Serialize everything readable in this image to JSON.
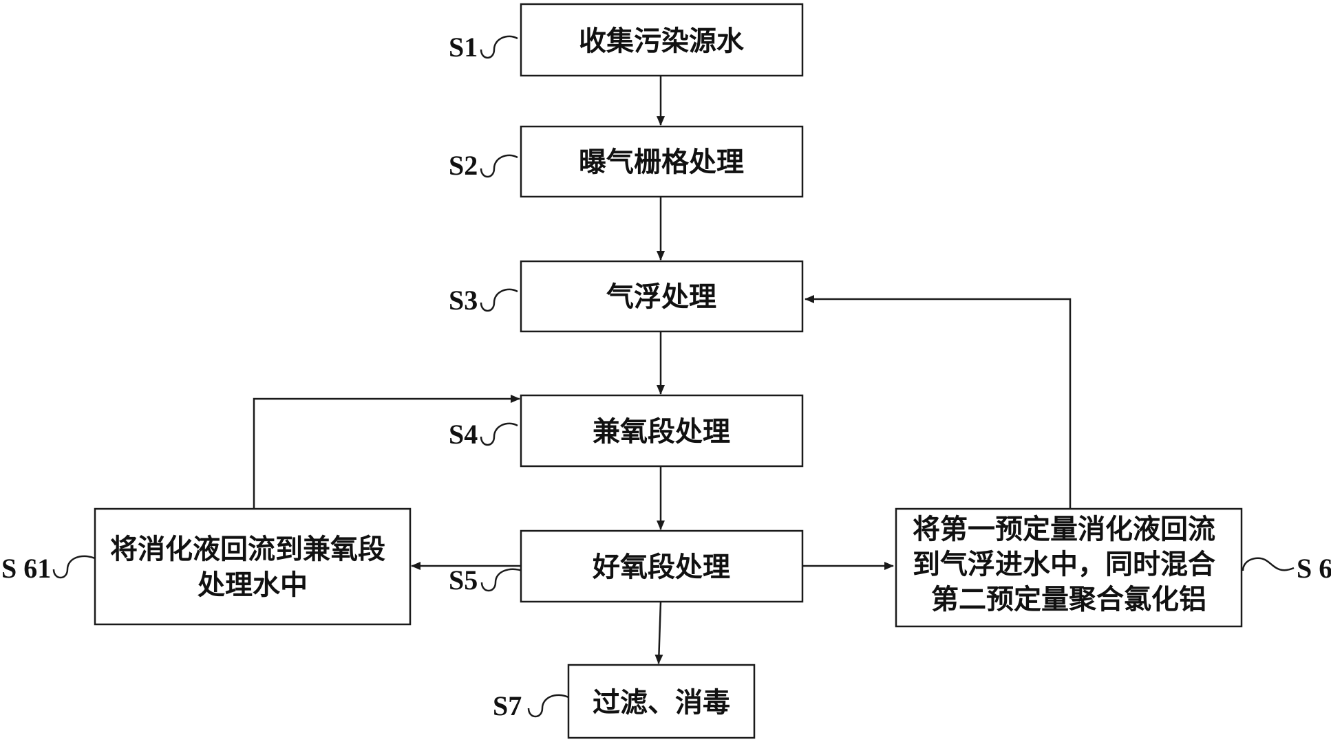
{
  "diagram": {
    "steps": {
      "s1": {
        "label": "S1",
        "text": [
          "收集污染源水"
        ]
      },
      "s2": {
        "label": "S2",
        "text": [
          "曝气栅格处理"
        ]
      },
      "s3": {
        "label": "S3",
        "text": [
          "气浮处理"
        ]
      },
      "s4": {
        "label": "S4",
        "text": [
          "兼氧段处理"
        ]
      },
      "s5": {
        "label": "S5",
        "text": [
          "好氧段处理"
        ]
      },
      "s61": {
        "label": "S 61",
        "text": [
          "将消化液回流到兼氧段",
          "处理水中"
        ]
      },
      "s6": {
        "label": "S 6",
        "text": [
          "将第一预定量消化液回流",
          "到气浮进水中，同时混合",
          "第二预定量聚合氯化铝"
        ]
      },
      "s7": {
        "label": "S7",
        "text": [
          "过滤、消毒"
        ]
      }
    }
  }
}
